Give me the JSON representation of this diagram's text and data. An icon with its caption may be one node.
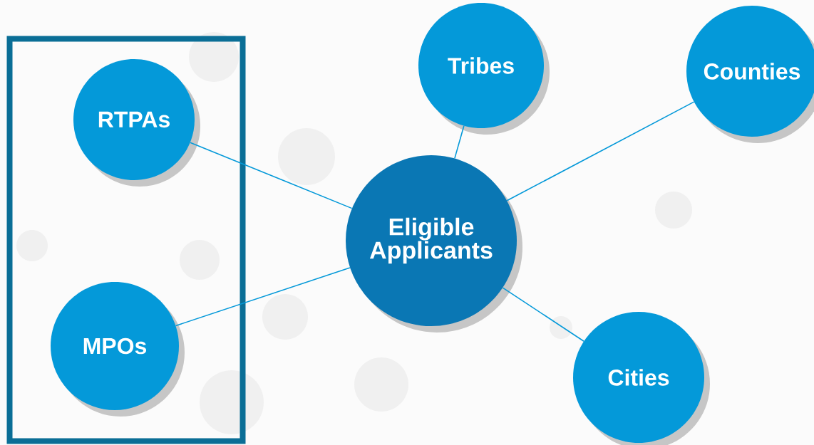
{
  "diagram": {
    "nodes": [
      {
        "text": [],
        "shape": "box"
      },
      {
        "text": [
          "RTPAs"
        ],
        "in": 0
      },
      {
        "text": [
          "MPOs"
        ],
        "in": 0
      },
      {
        "text": [
          "Tribes"
        ]
      },
      {
        "text": [
          "Counties"
        ]
      },
      {
        "text": [
          "Eligible Applicants"
        ]
      },
      {
        "text": [
          "Cities"
        ]
      }
    ],
    "edges": [
      {
        "from": 1,
        "to": 5,
        "arrow": "none"
      },
      {
        "from": 2,
        "to": 5,
        "arrow": "none"
      },
      {
        "from": 3,
        "to": 5,
        "arrow": "none"
      },
      {
        "from": 4,
        "to": 5,
        "arrow": "none"
      },
      {
        "from": 6,
        "to": 5,
        "arrow": "none"
      }
    ]
  }
}
